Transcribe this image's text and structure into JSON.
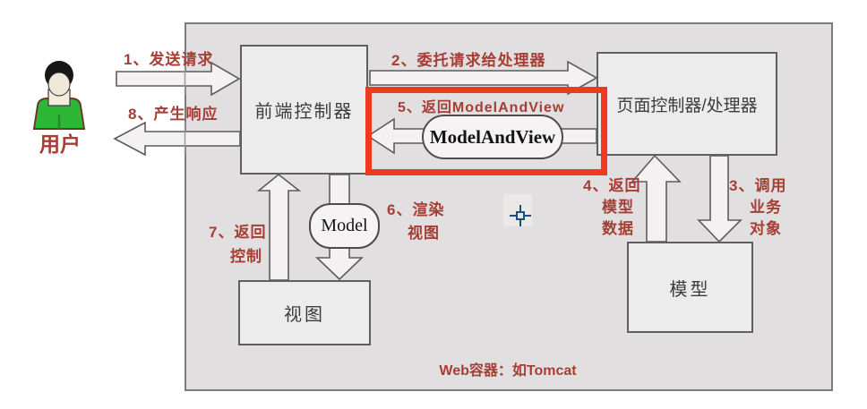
{
  "colors": {
    "container_bg": "#e1dfdf",
    "box_bg": "#edecec",
    "arrow_fill": "#f3f1f1",
    "outline_gray": "#5f5f5f",
    "label_red": "#a63e36",
    "highlight_red": "#ee3b1e",
    "box_text": "#3d3d3d",
    "actor_green": "#2eb637",
    "cursor_blue": "#1d4e7d"
  },
  "actor": {
    "label": "用户"
  },
  "boxes": {
    "front_controller": "前端控制器",
    "page_controller": "页面控制器/处理器",
    "model": "模型",
    "view": "视图"
  },
  "nodes": {
    "model_and_view": "ModelAndView",
    "model": "Model"
  },
  "steps": {
    "s1": {
      "text": "1、发送请求"
    },
    "s2": {
      "text": "2、委托请求给处理器"
    },
    "s3": {
      "l1": "3、调用",
      "l2": "业务",
      "l3": "对象"
    },
    "s4": {
      "l1": "4、返回",
      "l2": "模型",
      "l3": "数据"
    },
    "s5": {
      "text": "5、返回ModelAndView"
    },
    "s6": {
      "l1": "6、渲染",
      "l2": "视图"
    },
    "s7": {
      "l1": "7、返回",
      "l2": "控制"
    },
    "s8": {
      "text": "8、产生响应"
    }
  },
  "footer": {
    "note": "Web容器：如Tomcat"
  }
}
